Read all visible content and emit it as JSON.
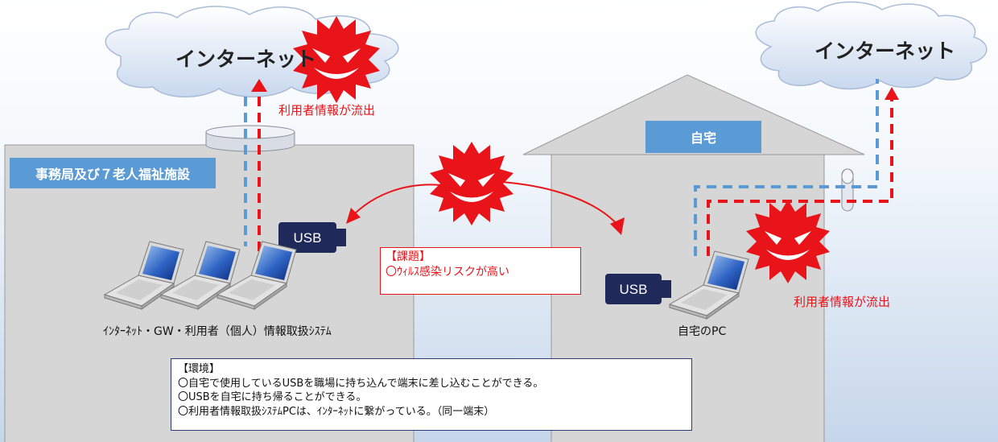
{
  "internet_left": {
    "label": "インターネット"
  },
  "internet_right": {
    "label": "インターネット"
  },
  "leak_left": "利用者情報が流出",
  "leak_right": "利用者情報が流出",
  "facility": {
    "label": "事務局及び７老人福祉施設"
  },
  "home": {
    "label": "自宅"
  },
  "usb_left": "USB",
  "usb_right": "USB",
  "office_pcs_caption": "ｲﾝﾀｰﾈｯﾄ・GW・利用者（個人）情報取扱ｼｽﾃﾑ",
  "home_pc_caption": "自宅のPC",
  "issue": {
    "title": "【課題】",
    "line1": "〇ｳｨﾙｽ感染リスクが高い"
  },
  "environment": {
    "title": "【環境】",
    "line1": "〇自宅で使用しているUSBを職場に持ち込んで端末に差し込むことができる。",
    "line2": "〇USBを自宅に持ち帰ることができる。",
    "line3": "〇利用者情報取扱ｼｽﾃﾑPCは、ｲﾝﾀｰﾈｯﾄに繋がっている。（同一端末）"
  },
  "colors": {
    "red": "#e8141a",
    "blue_line": "#5b9bd5",
    "tag": "#5b9bd5",
    "usb": "#1f2a5a",
    "building": "#d6d6d6"
  }
}
